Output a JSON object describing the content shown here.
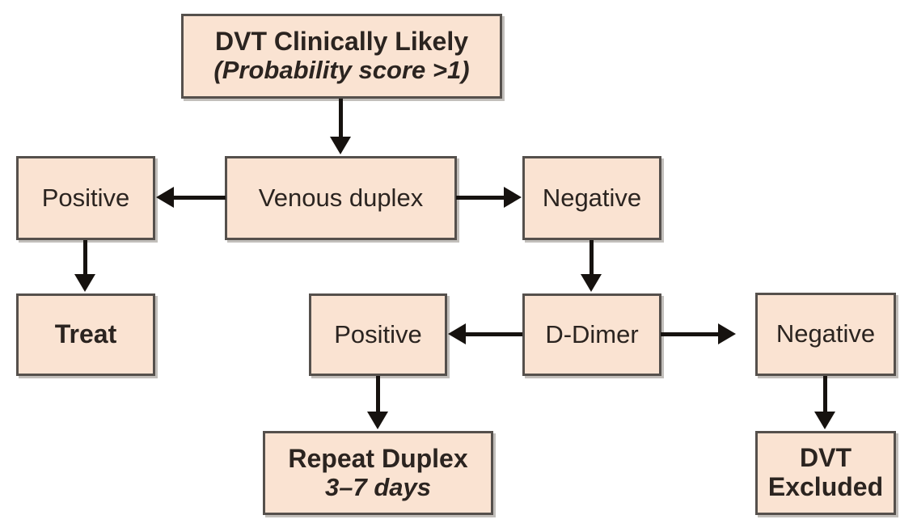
{
  "diagram": {
    "title": "DVT diagnostic algorithm flowchart",
    "colors": {
      "node_fill": "#fae3d2",
      "node_border": "#55504c",
      "connector": "#16120f",
      "background": "#ffffff",
      "text": "#2b2420"
    },
    "nodes": [
      {
        "id": "dvt-clinically-likely",
        "line1": "DVT Clinically Likely",
        "line2": "(Probability score >1)",
        "style1": "bold",
        "style2": "bold-italic"
      },
      {
        "id": "positive-duplex",
        "line1": "Positive",
        "line2": "",
        "style1": "plain",
        "style2": ""
      },
      {
        "id": "venous-duplex",
        "line1": "Venous duplex",
        "line2": "",
        "style1": "plain",
        "style2": ""
      },
      {
        "id": "negative-duplex",
        "line1": "Negative",
        "line2": "",
        "style1": "plain",
        "style2": ""
      },
      {
        "id": "treat",
        "line1": "Treat",
        "line2": "",
        "style1": "bold",
        "style2": ""
      },
      {
        "id": "positive-ddimer",
        "line1": "Positive",
        "line2": "",
        "style1": "plain",
        "style2": ""
      },
      {
        "id": "d-dimer",
        "line1": "D-Dimer",
        "line2": "",
        "style1": "plain",
        "style2": ""
      },
      {
        "id": "negative-ddimer",
        "line1": "Negative",
        "line2": "",
        "style1": "plain",
        "style2": ""
      },
      {
        "id": "repeat-duplex",
        "line1": "Repeat Duplex",
        "line2": "3–7 days",
        "style1": "bold",
        "style2": "bold-italic"
      },
      {
        "id": "dvt-excluded",
        "line1": "DVT",
        "line2": "Excluded",
        "style1": "bold",
        "style2": "bold"
      }
    ],
    "edges": [
      {
        "from": "dvt-clinically-likely",
        "to": "venous-duplex",
        "direction": "down"
      },
      {
        "from": "venous-duplex",
        "to": "positive-duplex",
        "direction": "left"
      },
      {
        "from": "venous-duplex",
        "to": "negative-duplex",
        "direction": "right"
      },
      {
        "from": "positive-duplex",
        "to": "treat",
        "direction": "down"
      },
      {
        "from": "negative-duplex",
        "to": "d-dimer",
        "direction": "down"
      },
      {
        "from": "d-dimer",
        "to": "positive-ddimer",
        "direction": "left"
      },
      {
        "from": "d-dimer",
        "to": "negative-ddimer",
        "direction": "right"
      },
      {
        "from": "positive-ddimer",
        "to": "repeat-duplex",
        "direction": "down"
      },
      {
        "from": "negative-ddimer",
        "to": "dvt-excluded",
        "direction": "down"
      }
    ]
  }
}
